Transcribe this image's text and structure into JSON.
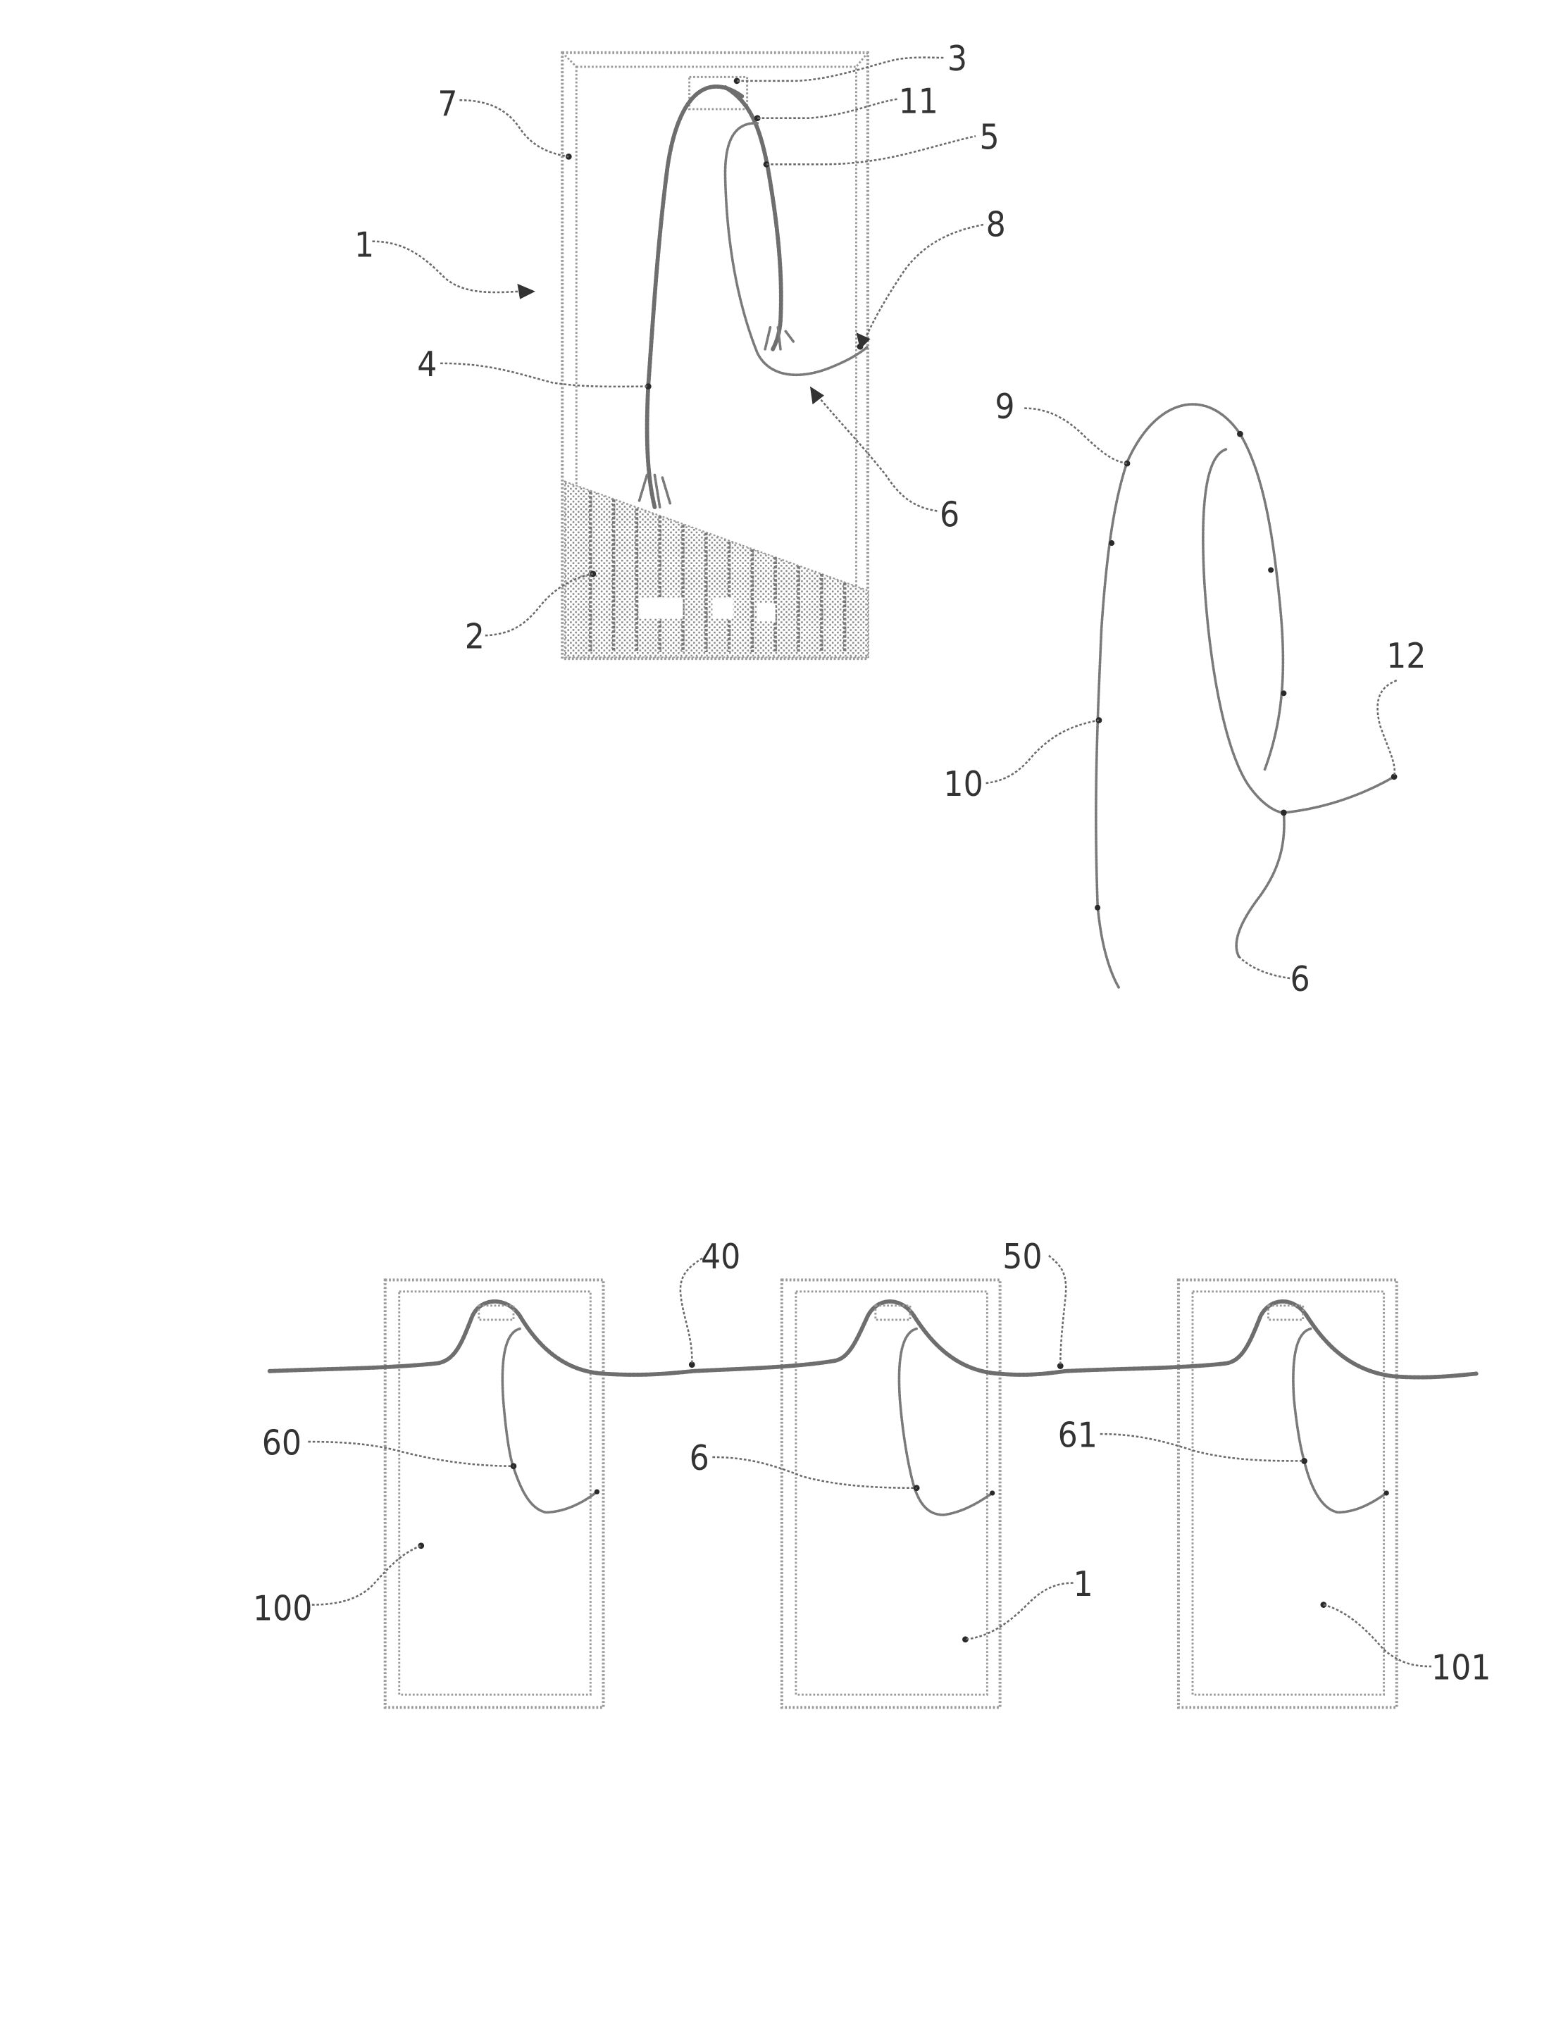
{
  "document": {
    "type": "patent-drawing",
    "figures": [
      {
        "id": "fig-top-left",
        "description": "Solar module with junction box and cable loop",
        "reference_numerals": [
          "1",
          "2",
          "3",
          "4",
          "5",
          "6",
          "7",
          "8",
          "11"
        ]
      },
      {
        "id": "fig-top-right",
        "description": "Detail of cable loop",
        "reference_numerals": [
          "9",
          "10",
          "12",
          "6"
        ]
      },
      {
        "id": "fig-bottom",
        "description": "Three modules connected in series by cables",
        "reference_numerals": [
          "40",
          "50",
          "60",
          "6",
          "61",
          "100",
          "1",
          "101"
        ]
      }
    ]
  },
  "labels": {
    "fig1": {
      "n1": "1",
      "n2": "2",
      "n3": "3",
      "n4": "4",
      "n5": "5",
      "n6": "6",
      "n7": "7",
      "n8": "8",
      "n11": "11"
    },
    "fig2": {
      "n9": "9",
      "n10": "10",
      "n12": "12",
      "n6": "6"
    },
    "fig3": {
      "n40": "40",
      "n50": "50",
      "n60": "60",
      "n6": "6",
      "n61": "61",
      "n100": "100",
      "n1": "1",
      "n101": "101"
    }
  }
}
